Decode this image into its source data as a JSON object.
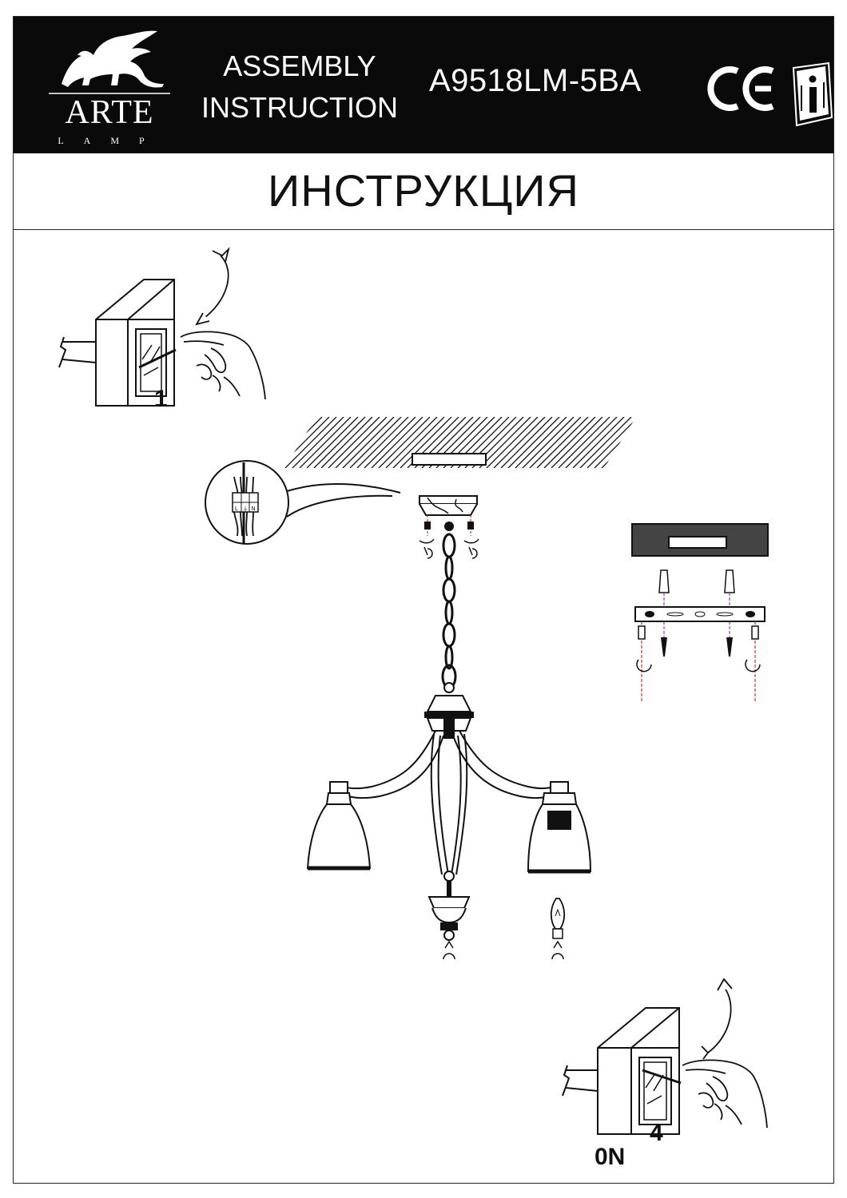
{
  "header": {
    "brand_name": "ARTE",
    "brand_sub": "LAMP",
    "title_line1": "ASSEMBLY",
    "title_line2": "INSTRUCTION",
    "model": "A9518LM-5BA",
    "ce_mark": "CE",
    "info_icon": "manual-info-icon"
  },
  "subtitle": "ИНСТРУКЦИЯ",
  "steps": {
    "step1_label": "1",
    "step4_label": "4",
    "on_label": "0N"
  },
  "connector_letters": [
    "L",
    "⏚",
    "N"
  ],
  "colors": {
    "header_bg": "#0a0a0a",
    "line": "#111111",
    "red_axis": "#c0392b",
    "violet_axis": "#8e44ad"
  }
}
